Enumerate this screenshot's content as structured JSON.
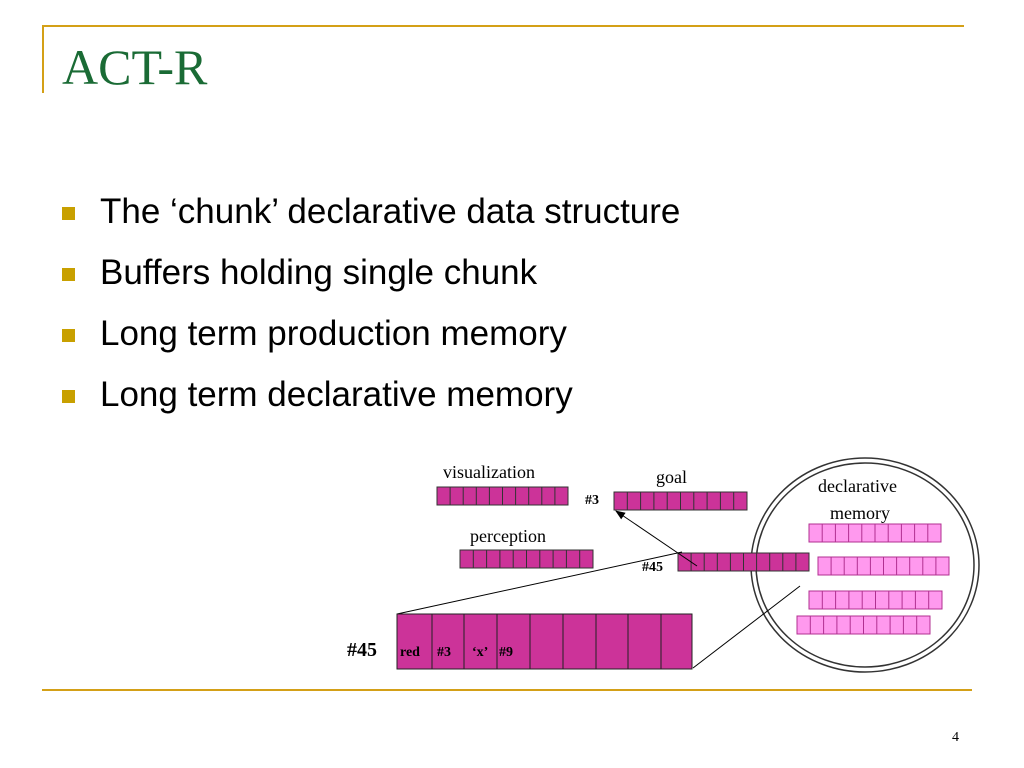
{
  "slide": {
    "title": "ACT-R",
    "page_number": "4",
    "bullets": [
      {
        "text": "The ‘chunk’ declarative data structure"
      },
      {
        "text": "Buffers holding single chunk"
      },
      {
        "text": "Long term production memory"
      },
      {
        "text": "Long term declarative memory"
      }
    ]
  },
  "diagram": {
    "visualization_label": "visualization",
    "goal_label": "goal",
    "perception_label": "perception",
    "declarative_label_1": "declarative",
    "declarative_label_2": "memory",
    "goal_ref": "#3",
    "buffer_ref": "#45",
    "chunk_id": "#45",
    "chunk_slots": [
      "red",
      "#3",
      "‘x’",
      "#9"
    ],
    "colors": {
      "buffer": "#cc3399",
      "memory_chunk": "#ff99ee",
      "frame": "#d4a017",
      "title": "#1a6b35"
    }
  }
}
